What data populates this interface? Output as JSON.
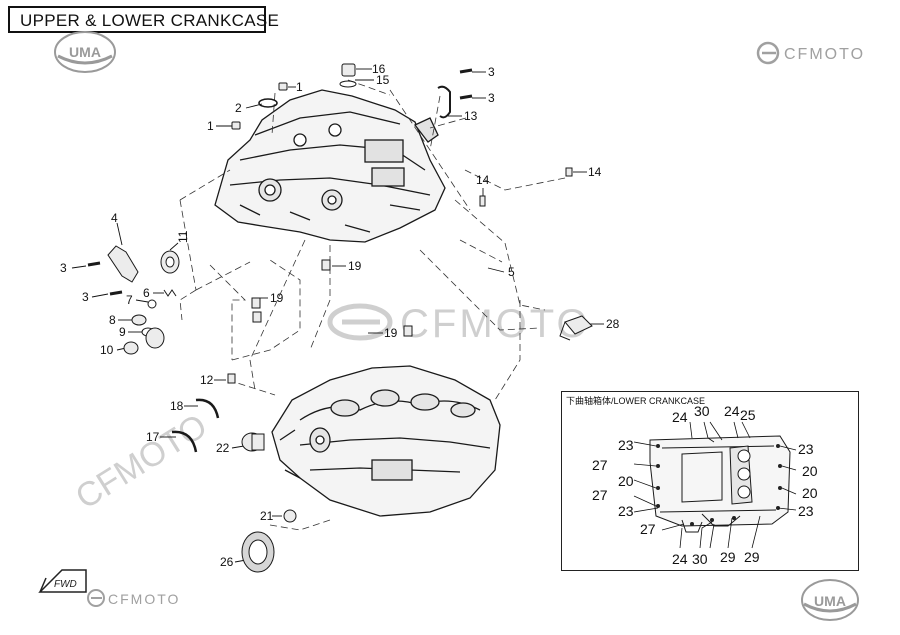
{
  "title": "UPPER & LOWER CRANKCASE",
  "inset_title": "下曲轴箱体/LOWER CRANKCASE",
  "brand": {
    "uma_logo": "UMA",
    "cfmoto_text": "CFMOTO",
    "watermark": "CFMOTO",
    "fwd_label": "FWD",
    "gray": "#8c8c8c",
    "ink": "#1a1a1a"
  },
  "callouts": {
    "c16": "16",
    "c15": "15",
    "c1a": "1",
    "c2": "2",
    "c1b": "1",
    "c3a": "3",
    "c3b": "3",
    "c13": "13",
    "c14a": "14",
    "c14b": "14",
    "c4": "4",
    "c11": "11",
    "c3c": "3",
    "c3d": "3",
    "c6": "6",
    "c7": "7",
    "c8": "8",
    "c9": "9",
    "c10": "10",
    "c19a": "19",
    "c19b": "19",
    "c19c": "19",
    "c5": "5",
    "c28": "28",
    "c12": "12",
    "c18": "18",
    "c17": "17",
    "c22": "22",
    "c21": "21",
    "c26": "26"
  },
  "inset_callouts": {
    "i24a": "24",
    "i30a": "30",
    "i24b": "24",
    "i25": "25",
    "i23a": "23",
    "i27a": "27",
    "i20a": "20",
    "i27b": "27",
    "i23b": "23",
    "i23c": "23",
    "i20b": "20",
    "i20c": "20",
    "i23d": "23",
    "i27c": "27",
    "i24c": "24",
    "i30b": "30",
    "i29a": "29",
    "i29b": "29"
  }
}
